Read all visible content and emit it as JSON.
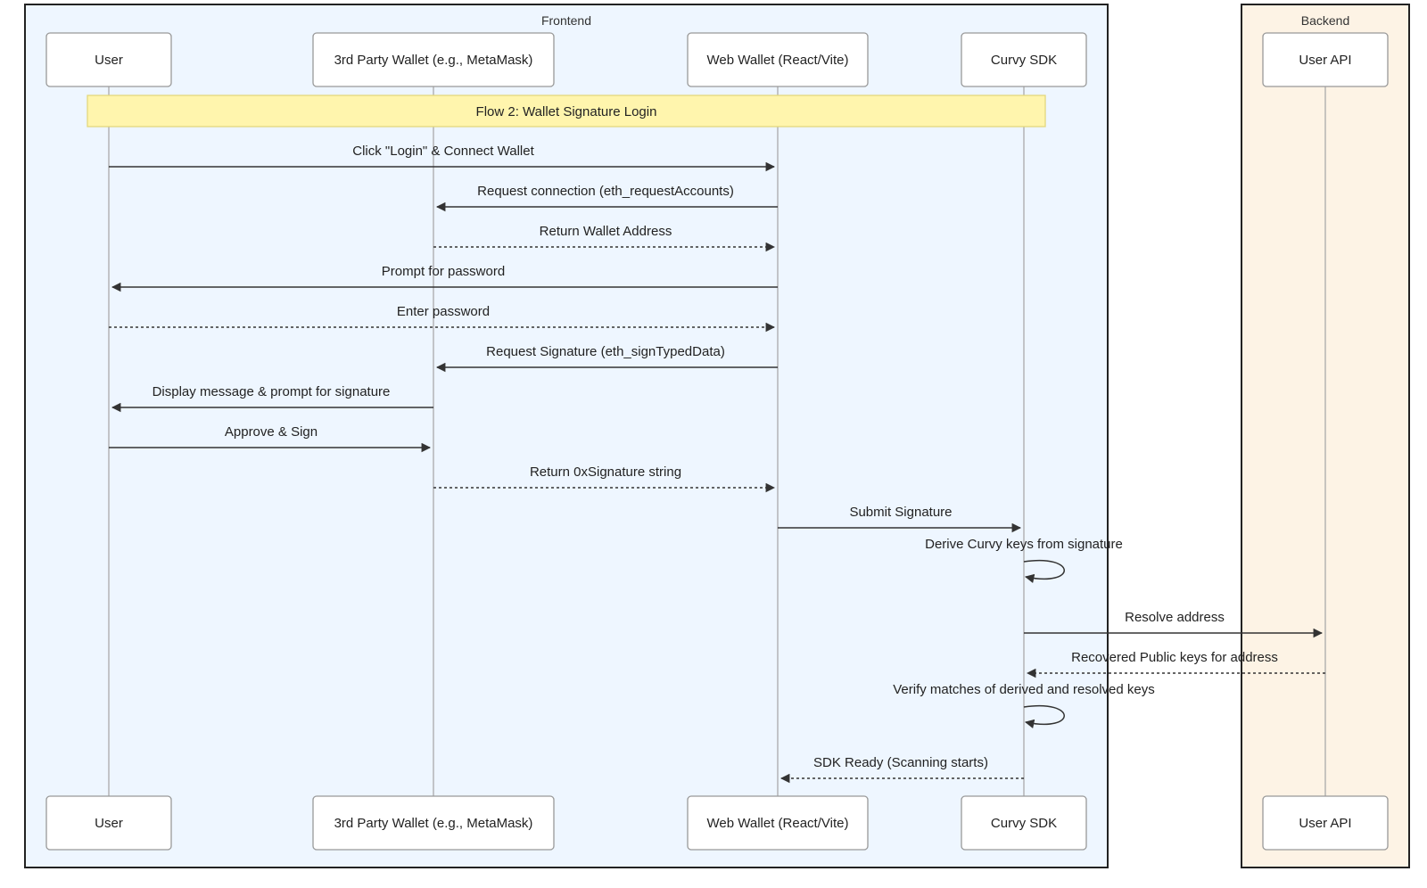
{
  "groups": {
    "frontend": {
      "label": "Frontend",
      "fill": "#eef6ff"
    },
    "backend": {
      "label": "Backend",
      "fill": "#fdf3e5"
    }
  },
  "participants": {
    "user": "User",
    "wallet3p": "3rd Party Wallet (e.g., MetaMask)",
    "webwallet": "Web Wallet (React/Vite)",
    "sdk": "Curvy SDK",
    "api": "User API"
  },
  "note": {
    "text": "Flow 2: Wallet Signature Login",
    "fill": "#fff5ad",
    "stroke": "#e3d77d"
  },
  "messages": [
    {
      "from": "user",
      "to": "webwallet",
      "text": "Click \"Login\" & Connect Wallet",
      "dashed": false
    },
    {
      "from": "webwallet",
      "to": "wallet3p",
      "text": "Request connection (eth_requestAccounts)",
      "dashed": false
    },
    {
      "from": "wallet3p",
      "to": "webwallet",
      "text": "Return Wallet Address",
      "dashed": true
    },
    {
      "from": "webwallet",
      "to": "user",
      "text": "Prompt for password",
      "dashed": false
    },
    {
      "from": "user",
      "to": "webwallet",
      "text": "Enter password",
      "dashed": true
    },
    {
      "from": "webwallet",
      "to": "wallet3p",
      "text": "Request Signature (eth_signTypedData)",
      "dashed": false
    },
    {
      "from": "wallet3p",
      "to": "user",
      "text": "Display message & prompt for signature",
      "dashed": false
    },
    {
      "from": "user",
      "to": "wallet3p",
      "text": "Approve & Sign",
      "dashed": false
    },
    {
      "from": "wallet3p",
      "to": "webwallet",
      "text": "Return 0xSignature string",
      "dashed": true
    },
    {
      "from": "webwallet",
      "to": "sdk",
      "text": "Submit Signature",
      "dashed": false
    },
    {
      "from": "sdk",
      "to": "sdk",
      "text": "Derive Curvy keys from signature",
      "dashed": false
    },
    {
      "from": "sdk",
      "to": "api",
      "text": "Resolve address",
      "dashed": false
    },
    {
      "from": "api",
      "to": "sdk",
      "text": "Recovered Public keys for address",
      "dashed": true
    },
    {
      "from": "sdk",
      "to": "sdk",
      "text": "Verify matches of derived and resolved keys",
      "dashed": false
    },
    {
      "from": "sdk",
      "to": "webwallet",
      "text": "SDK Ready (Scanning starts)",
      "dashed": true
    }
  ]
}
